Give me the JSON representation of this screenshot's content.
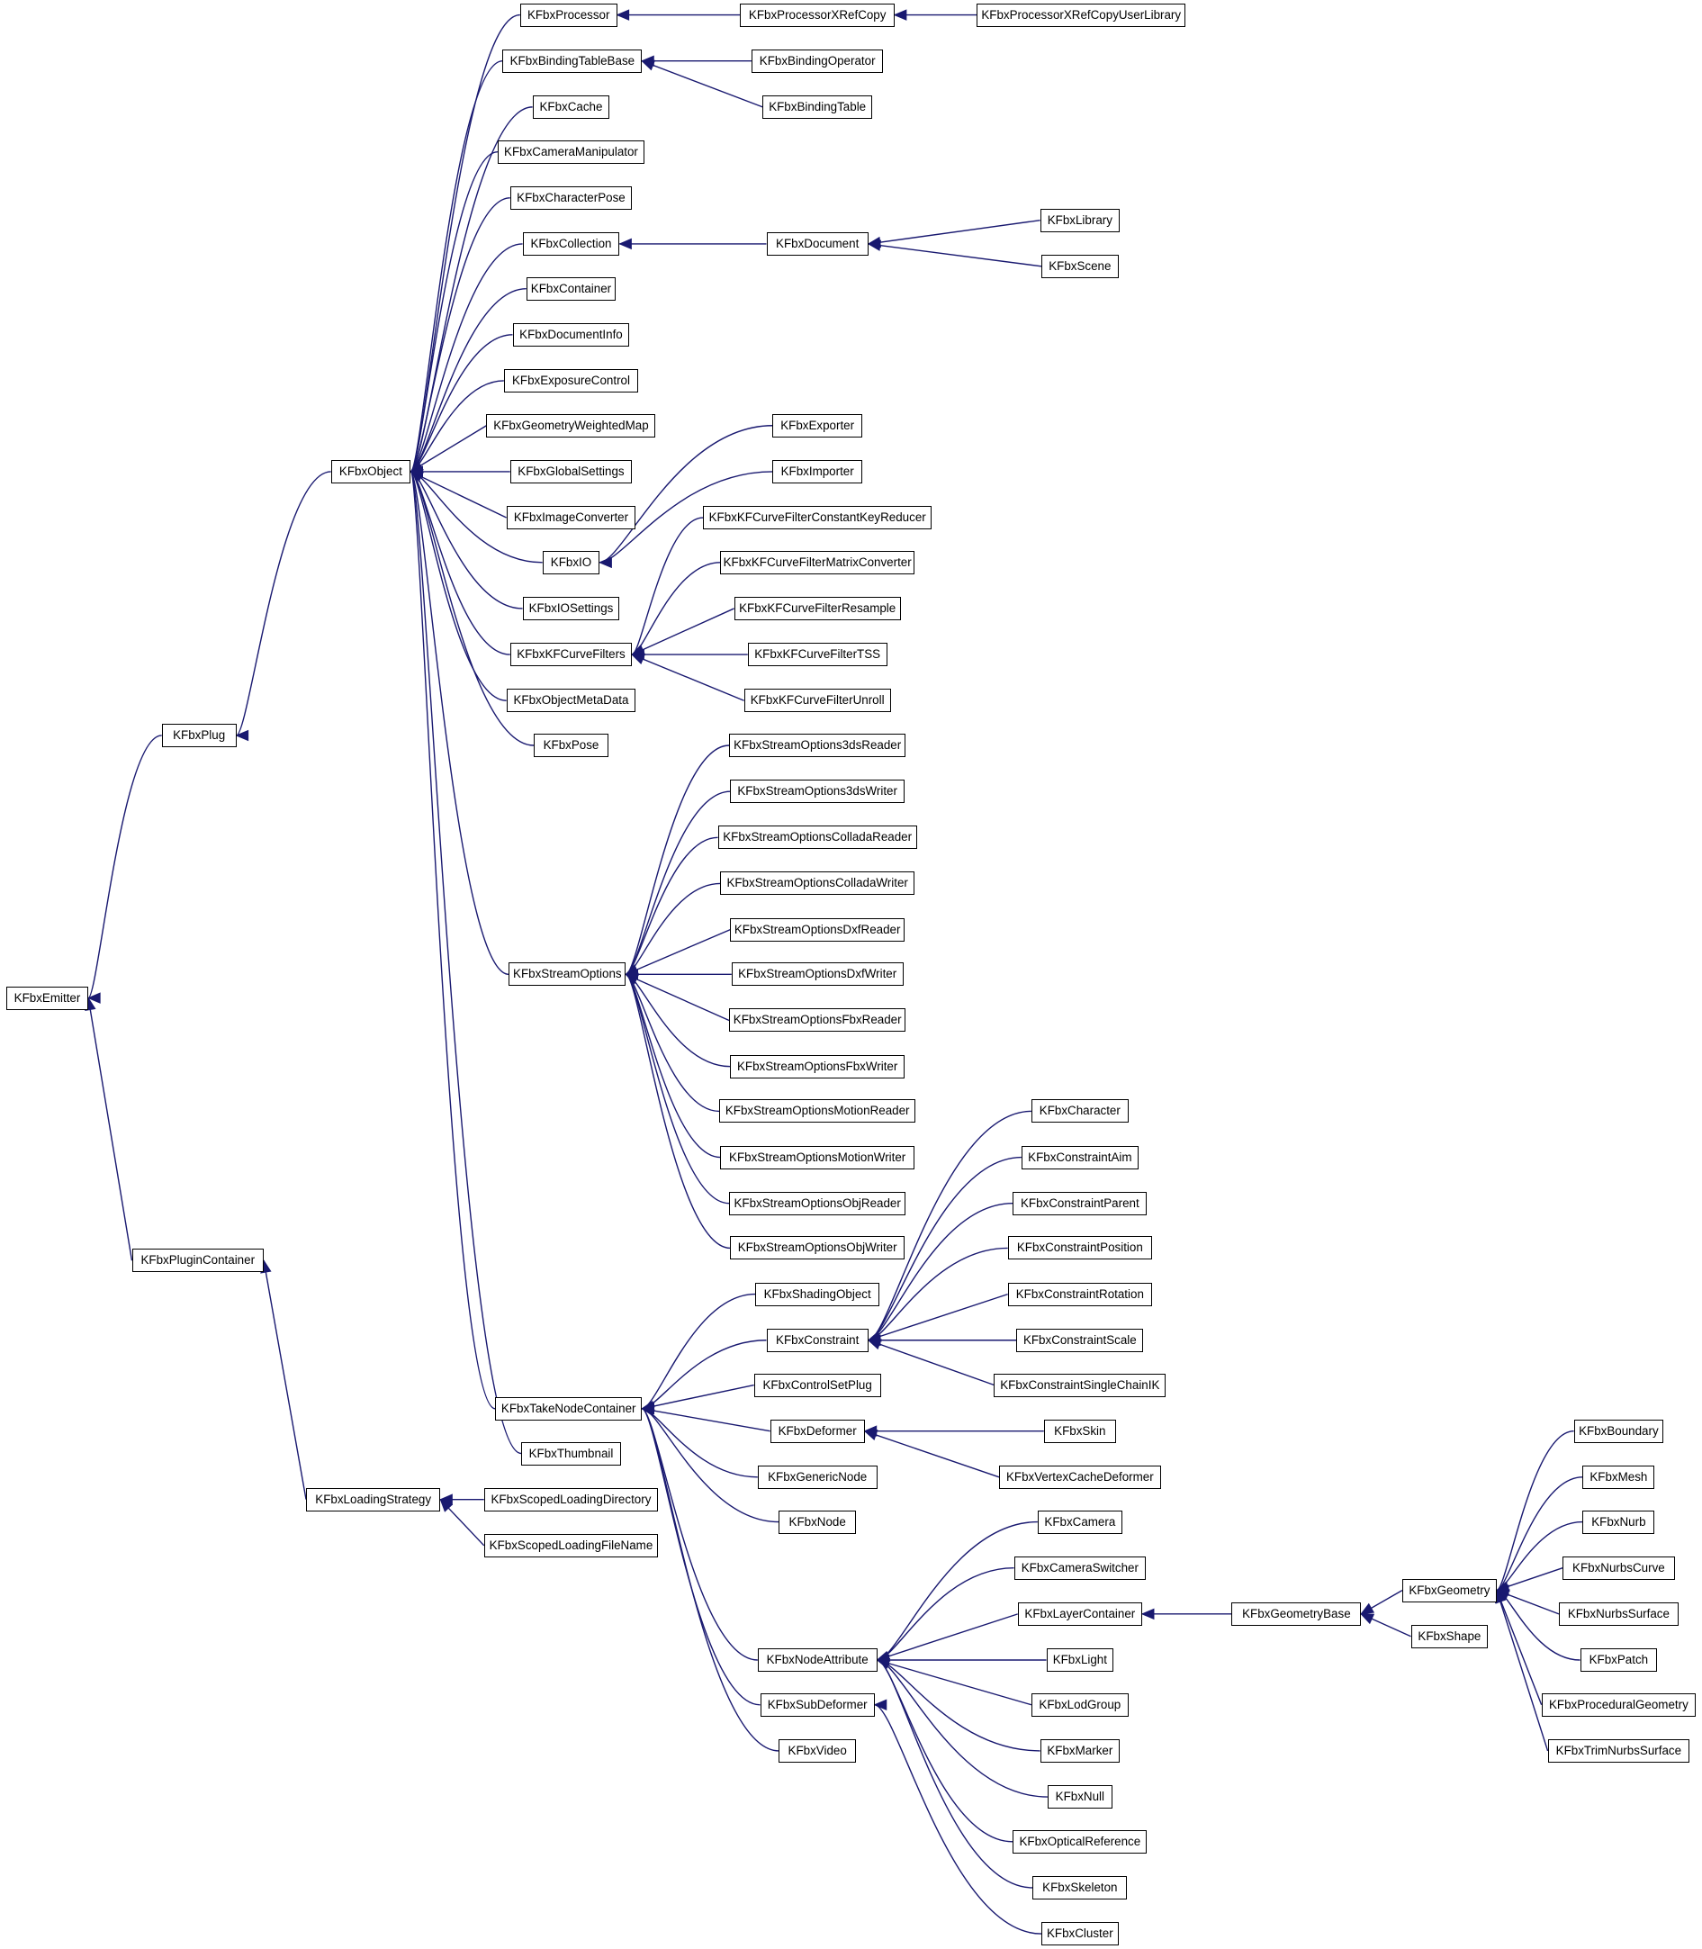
{
  "colors": {
    "edge": "#191970",
    "node_border": "#000000",
    "background": "#ffffff"
  },
  "nodes": [
    {
      "id": "emitter",
      "label": "KFbxEmitter"
    },
    {
      "id": "plug",
      "label": "KFbxPlug"
    },
    {
      "id": "plugin_container",
      "label": "KFbxPluginContainer"
    },
    {
      "id": "loading_strategy",
      "label": "KFbxLoadingStrategy"
    },
    {
      "id": "scoped_dir",
      "label": "KFbxScopedLoadingDirectory"
    },
    {
      "id": "scoped_file",
      "label": "KFbxScopedLoadingFileName"
    },
    {
      "id": "object",
      "label": "KFbxObject"
    },
    {
      "id": "processor",
      "label": "KFbxProcessor"
    },
    {
      "id": "processor_xref",
      "label": "KFbxProcessorXRefCopy"
    },
    {
      "id": "processor_xref_user",
      "label": "KFbxProcessorXRefCopyUserLibrary"
    },
    {
      "id": "binding_table_base",
      "label": "KFbxBindingTableBase"
    },
    {
      "id": "binding_operator",
      "label": "KFbxBindingOperator"
    },
    {
      "id": "binding_table",
      "label": "KFbxBindingTable"
    },
    {
      "id": "cache",
      "label": "KFbxCache"
    },
    {
      "id": "camera_manipulator",
      "label": "KFbxCameraManipulator"
    },
    {
      "id": "character_pose",
      "label": "KFbxCharacterPose"
    },
    {
      "id": "collection",
      "label": "KFbxCollection"
    },
    {
      "id": "document",
      "label": "KFbxDocument"
    },
    {
      "id": "library",
      "label": "KFbxLibrary"
    },
    {
      "id": "scene",
      "label": "KFbxScene"
    },
    {
      "id": "container",
      "label": "KFbxContainer"
    },
    {
      "id": "document_info",
      "label": "KFbxDocumentInfo"
    },
    {
      "id": "exposure_control",
      "label": "KFbxExposureControl"
    },
    {
      "id": "geometry_weighted_map",
      "label": "KFbxGeometryWeightedMap"
    },
    {
      "id": "global_settings",
      "label": "KFbxGlobalSettings"
    },
    {
      "id": "image_converter",
      "label": "KFbxImageConverter"
    },
    {
      "id": "io",
      "label": "KFbxIO"
    },
    {
      "id": "exporter",
      "label": "KFbxExporter"
    },
    {
      "id": "importer",
      "label": "KFbxImporter"
    },
    {
      "id": "io_settings",
      "label": "KFbxIOSettings"
    },
    {
      "id": "kfcurve_filters",
      "label": "KFbxKFCurveFilters"
    },
    {
      "id": "kff_constant",
      "label": "KFbxKFCurveFilterConstantKeyReducer"
    },
    {
      "id": "kff_matrix",
      "label": "KFbxKFCurveFilterMatrixConverter"
    },
    {
      "id": "kff_resample",
      "label": "KFbxKFCurveFilterResample"
    },
    {
      "id": "kff_tss",
      "label": "KFbxKFCurveFilterTSS"
    },
    {
      "id": "kff_unroll",
      "label": "KFbxKFCurveFilterUnroll"
    },
    {
      "id": "object_meta_data",
      "label": "KFbxObjectMetaData"
    },
    {
      "id": "pose",
      "label": "KFbxPose"
    },
    {
      "id": "stream_options",
      "label": "KFbxStreamOptions"
    },
    {
      "id": "so_3ds_reader",
      "label": "KFbxStreamOptions3dsReader"
    },
    {
      "id": "so_3ds_writer",
      "label": "KFbxStreamOptions3dsWriter"
    },
    {
      "id": "so_collada_reader",
      "label": "KFbxStreamOptionsColladaReader"
    },
    {
      "id": "so_collada_writer",
      "label": "KFbxStreamOptionsColladaWriter"
    },
    {
      "id": "so_dxf_reader",
      "label": "KFbxStreamOptionsDxfReader"
    },
    {
      "id": "so_dxf_writer",
      "label": "KFbxStreamOptionsDxfWriter"
    },
    {
      "id": "so_fbx_reader",
      "label": "KFbxStreamOptionsFbxReader"
    },
    {
      "id": "so_fbx_writer",
      "label": "KFbxStreamOptionsFbxWriter"
    },
    {
      "id": "so_motion_reader",
      "label": "KFbxStreamOptionsMotionReader"
    },
    {
      "id": "so_motion_writer",
      "label": "KFbxStreamOptionsMotionWriter"
    },
    {
      "id": "so_obj_reader",
      "label": "KFbxStreamOptionsObjReader"
    },
    {
      "id": "so_obj_writer",
      "label": "KFbxStreamOptionsObjWriter"
    },
    {
      "id": "take_node_container",
      "label": "KFbxTakeNodeContainer"
    },
    {
      "id": "thumbnail",
      "label": "KFbxThumbnail"
    },
    {
      "id": "shading_object",
      "label": "KFbxShadingObject"
    },
    {
      "id": "constraint",
      "label": "KFbxConstraint"
    },
    {
      "id": "character",
      "label": "KFbxCharacter"
    },
    {
      "id": "constraint_aim",
      "label": "KFbxConstraintAim"
    },
    {
      "id": "constraint_parent",
      "label": "KFbxConstraintParent"
    },
    {
      "id": "constraint_position",
      "label": "KFbxConstraintPosition"
    },
    {
      "id": "constraint_rotation",
      "label": "KFbxConstraintRotation"
    },
    {
      "id": "constraint_scale",
      "label": "KFbxConstraintScale"
    },
    {
      "id": "constraint_single_chain_ik",
      "label": "KFbxConstraintSingleChainIK"
    },
    {
      "id": "control_set_plug",
      "label": "KFbxControlSetPlug"
    },
    {
      "id": "deformer",
      "label": "KFbxDeformer"
    },
    {
      "id": "skin",
      "label": "KFbxSkin"
    },
    {
      "id": "vertex_cache_deformer",
      "label": "KFbxVertexCacheDeformer"
    },
    {
      "id": "generic_node",
      "label": "KFbxGenericNode"
    },
    {
      "id": "node",
      "label": "KFbxNode"
    },
    {
      "id": "node_attribute",
      "label": "KFbxNodeAttribute"
    },
    {
      "id": "camera",
      "label": "KFbxCamera"
    },
    {
      "id": "camera_switcher",
      "label": "KFbxCameraSwitcher"
    },
    {
      "id": "layer_container",
      "label": "KFbxLayerContainer"
    },
    {
      "id": "geometry_base",
      "label": "KFbxGeometryBase"
    },
    {
      "id": "geometry",
      "label": "KFbxGeometry"
    },
    {
      "id": "shape",
      "label": "KFbxShape"
    },
    {
      "id": "boundary",
      "label": "KFbxBoundary"
    },
    {
      "id": "mesh",
      "label": "KFbxMesh"
    },
    {
      "id": "nurb",
      "label": "KFbxNurb"
    },
    {
      "id": "nurbs_curve",
      "label": "KFbxNurbsCurve"
    },
    {
      "id": "nurbs_surface",
      "label": "KFbxNurbsSurface"
    },
    {
      "id": "patch",
      "label": "KFbxPatch"
    },
    {
      "id": "procedural_geometry",
      "label": "KFbxProceduralGeometry"
    },
    {
      "id": "trim_nurbs_surface",
      "label": "KFbxTrimNurbsSurface"
    },
    {
      "id": "light",
      "label": "KFbxLight"
    },
    {
      "id": "lod_group",
      "label": "KFbxLodGroup"
    },
    {
      "id": "marker",
      "label": "KFbxMarker"
    },
    {
      "id": "null",
      "label": "KFbxNull"
    },
    {
      "id": "optical_reference",
      "label": "KFbxOpticalReference"
    },
    {
      "id": "skeleton",
      "label": "KFbxSkeleton"
    },
    {
      "id": "sub_deformer",
      "label": "KFbxSubDeformer"
    },
    {
      "id": "cluster",
      "label": "KFbxCluster"
    },
    {
      "id": "video",
      "label": "KFbxVideo"
    }
  ],
  "edges": [
    [
      "plug",
      "emitter"
    ],
    [
      "plugin_container",
      "emitter"
    ],
    [
      "loading_strategy",
      "plugin_container"
    ],
    [
      "scoped_dir",
      "loading_strategy"
    ],
    [
      "scoped_file",
      "loading_strategy"
    ],
    [
      "object",
      "plug"
    ],
    [
      "processor",
      "object"
    ],
    [
      "processor_xref",
      "processor"
    ],
    [
      "processor_xref_user",
      "processor_xref"
    ],
    [
      "binding_table_base",
      "object"
    ],
    [
      "binding_operator",
      "binding_table_base"
    ],
    [
      "binding_table",
      "binding_table_base"
    ],
    [
      "cache",
      "object"
    ],
    [
      "camera_manipulator",
      "object"
    ],
    [
      "character_pose",
      "object"
    ],
    [
      "collection",
      "object"
    ],
    [
      "document",
      "collection"
    ],
    [
      "library",
      "document"
    ],
    [
      "scene",
      "document"
    ],
    [
      "container",
      "object"
    ],
    [
      "document_info",
      "object"
    ],
    [
      "exposure_control",
      "object"
    ],
    [
      "geometry_weighted_map",
      "object"
    ],
    [
      "global_settings",
      "object"
    ],
    [
      "image_converter",
      "object"
    ],
    [
      "io",
      "object"
    ],
    [
      "exporter",
      "io"
    ],
    [
      "importer",
      "io"
    ],
    [
      "io_settings",
      "object"
    ],
    [
      "kfcurve_filters",
      "object"
    ],
    [
      "kff_constant",
      "kfcurve_filters"
    ],
    [
      "kff_matrix",
      "kfcurve_filters"
    ],
    [
      "kff_resample",
      "kfcurve_filters"
    ],
    [
      "kff_tss",
      "kfcurve_filters"
    ],
    [
      "kff_unroll",
      "kfcurve_filters"
    ],
    [
      "object_meta_data",
      "object"
    ],
    [
      "pose",
      "object"
    ],
    [
      "stream_options",
      "object"
    ],
    [
      "so_3ds_reader",
      "stream_options"
    ],
    [
      "so_3ds_writer",
      "stream_options"
    ],
    [
      "so_collada_reader",
      "stream_options"
    ],
    [
      "so_collada_writer",
      "stream_options"
    ],
    [
      "so_dxf_reader",
      "stream_options"
    ],
    [
      "so_dxf_writer",
      "stream_options"
    ],
    [
      "so_fbx_reader",
      "stream_options"
    ],
    [
      "so_fbx_writer",
      "stream_options"
    ],
    [
      "so_motion_reader",
      "stream_options"
    ],
    [
      "so_motion_writer",
      "stream_options"
    ],
    [
      "so_obj_reader",
      "stream_options"
    ],
    [
      "so_obj_writer",
      "stream_options"
    ],
    [
      "take_node_container",
      "object"
    ],
    [
      "thumbnail",
      "object"
    ],
    [
      "shading_object",
      "take_node_container"
    ],
    [
      "constraint",
      "take_node_container"
    ],
    [
      "character",
      "constraint"
    ],
    [
      "constraint_aim",
      "constraint"
    ],
    [
      "constraint_parent",
      "constraint"
    ],
    [
      "constraint_position",
      "constraint"
    ],
    [
      "constraint_rotation",
      "constraint"
    ],
    [
      "constraint_scale",
      "constraint"
    ],
    [
      "constraint_single_chain_ik",
      "constraint"
    ],
    [
      "control_set_plug",
      "take_node_container"
    ],
    [
      "deformer",
      "take_node_container"
    ],
    [
      "skin",
      "deformer"
    ],
    [
      "vertex_cache_deformer",
      "deformer"
    ],
    [
      "generic_node",
      "take_node_container"
    ],
    [
      "node",
      "take_node_container"
    ],
    [
      "node_attribute",
      "take_node_container"
    ],
    [
      "camera",
      "node_attribute"
    ],
    [
      "camera_switcher",
      "node_attribute"
    ],
    [
      "layer_container",
      "node_attribute"
    ],
    [
      "geometry_base",
      "layer_container"
    ],
    [
      "geometry",
      "geometry_base"
    ],
    [
      "shape",
      "geometry_base"
    ],
    [
      "boundary",
      "geometry"
    ],
    [
      "mesh",
      "geometry"
    ],
    [
      "nurb",
      "geometry"
    ],
    [
      "nurbs_curve",
      "geometry"
    ],
    [
      "nurbs_surface",
      "geometry"
    ],
    [
      "patch",
      "geometry"
    ],
    [
      "procedural_geometry",
      "geometry"
    ],
    [
      "trim_nurbs_surface",
      "geometry"
    ],
    [
      "light",
      "node_attribute"
    ],
    [
      "lod_group",
      "node_attribute"
    ],
    [
      "marker",
      "node_attribute"
    ],
    [
      "null",
      "node_attribute"
    ],
    [
      "optical_reference",
      "node_attribute"
    ],
    [
      "skeleton",
      "node_attribute"
    ],
    [
      "sub_deformer",
      "take_node_container"
    ],
    [
      "cluster",
      "sub_deformer"
    ],
    [
      "video",
      "take_node_container"
    ]
  ]
}
